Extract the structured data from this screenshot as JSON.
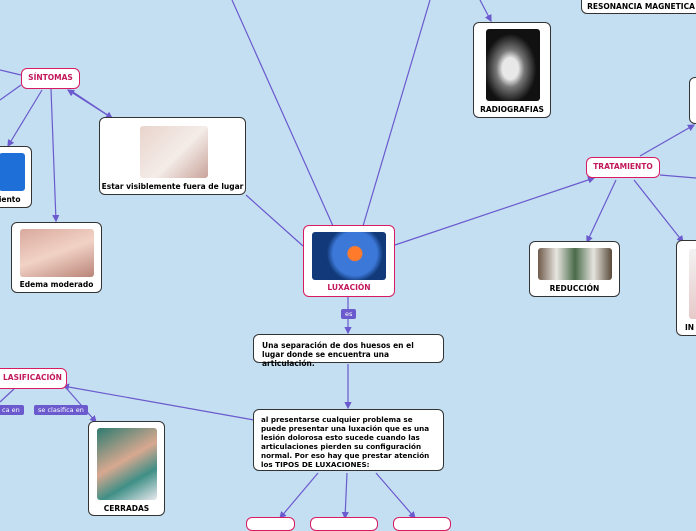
{
  "nodes": {
    "central": "LUXACIÓN",
    "sintomas": "SÍNTOMAS",
    "tratamiento": "TRATAMIENTO",
    "clasificacion": "LASIFICACIÓN",
    "radiografias": "RADIOGRAFIAS",
    "resonancia": "RESONANCIA MAGNETICA",
    "fuera_lugar": "Estar visiblemente fuera de lugar",
    "edema": "Edema moderado",
    "miento": "miento",
    "reduccion": "REDUCCIÓN",
    "cerradas": "CERRADAS",
    "in_partial": "IN",
    "definicion": "Una separación de dos huesos en el lugar donde se encuentra una articulación.",
    "tipos": "al presentarse cualquier problema se puede presentar una luxación que es una lesión dolorosa esto sucede cuando las articulaciones pierden su configuración normal. Por eso hay que prestar atención los  TIPOS DE LUXACIONES:"
  },
  "labels": {
    "es": "es",
    "clasifica_left": "ca en",
    "clasifica": "se clasifica en"
  },
  "colors": {
    "background": "#c5dff2",
    "edge": "#6a5acd",
    "accent": "#d81b60"
  }
}
